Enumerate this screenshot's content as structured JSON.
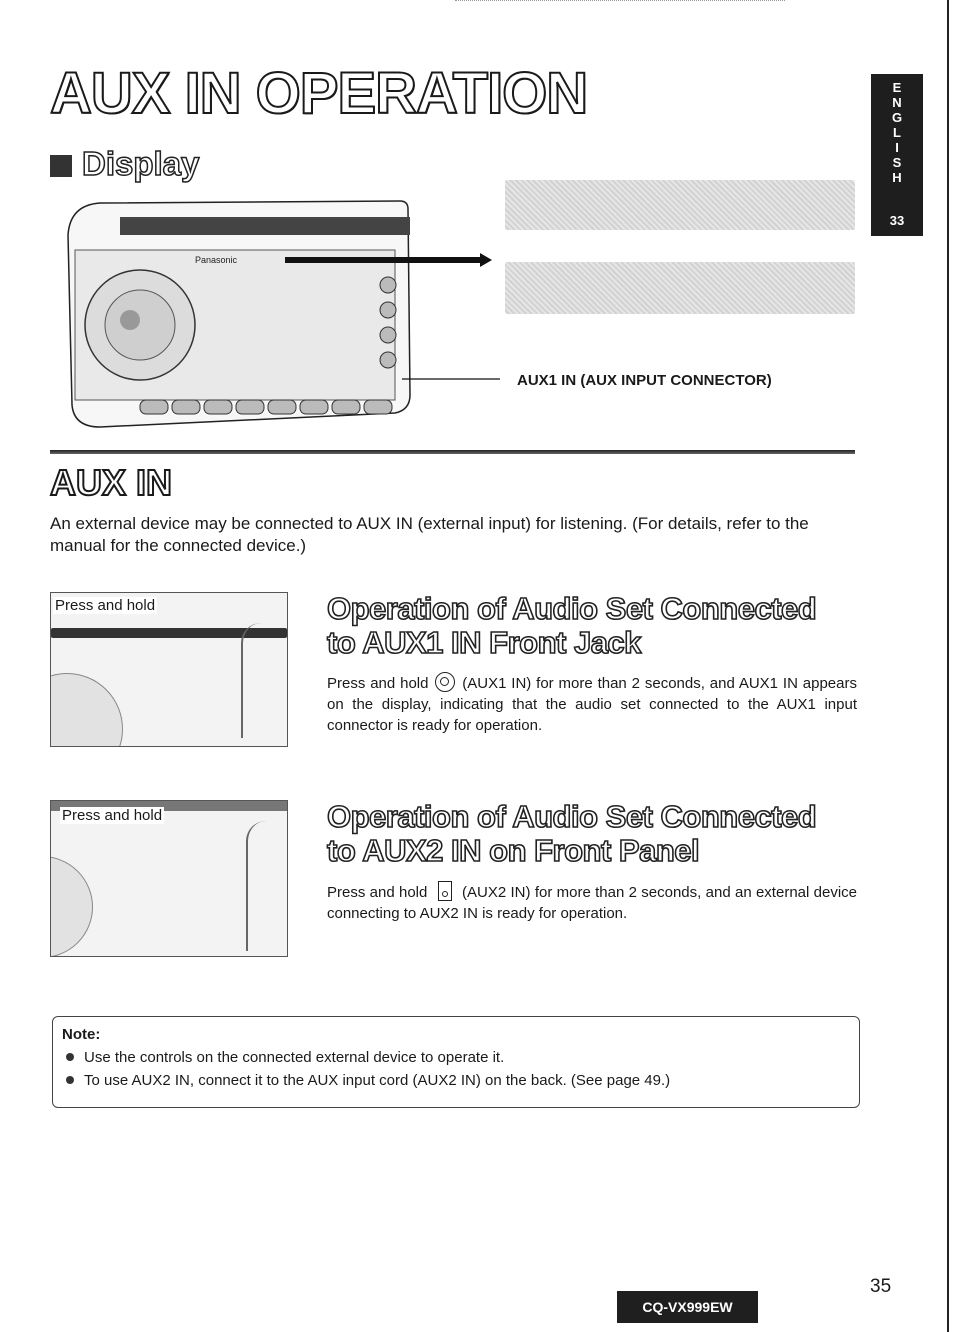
{
  "page": {
    "title": "AUX IN OPERATION",
    "side_tab": {
      "letters": "ENGLISH",
      "number": "33"
    },
    "page_number": "35",
    "model": "CQ-VX999EW"
  },
  "display_section": {
    "heading": "Display",
    "connector_label": "AUX1 IN (AUX INPUT CONNECTOR)",
    "brand_text": "Panasonic"
  },
  "aux_in": {
    "heading": "AUX IN",
    "intro": "An external device may be connected to AUX IN (external input) for listening. (For details, refer to the manual for the connected device.)"
  },
  "sections": [
    {
      "title_line1": "Operation of Audio Set Connected",
      "title_line2": "to AUX1 IN Front Jack",
      "figure_label": "Press and hold",
      "body_before_icon": "Press and hold",
      "body_after_icon": "(AUX1 IN) for more than 2 seconds, and AUX1 IN appears on the display, indicating that the audio set connected to the AUX1 input connector is ready for operation."
    },
    {
      "title_line1": "Operation of Audio Set Connected",
      "title_line2": "to AUX2 IN on Front Panel",
      "figure_label": "Press and hold",
      "body_before_icon": "Press and hold",
      "body_after_icon": "(AUX2 IN) for more than 2 seconds, and an external device connecting to AUX2 IN is ready for operation."
    }
  ],
  "note": {
    "title": "Note:",
    "items": [
      "Use the controls on the connected external device to operate it.",
      "To use AUX2 IN, connect it to the AUX input cord (AUX2 IN) on the back. (See page 49.)"
    ]
  }
}
